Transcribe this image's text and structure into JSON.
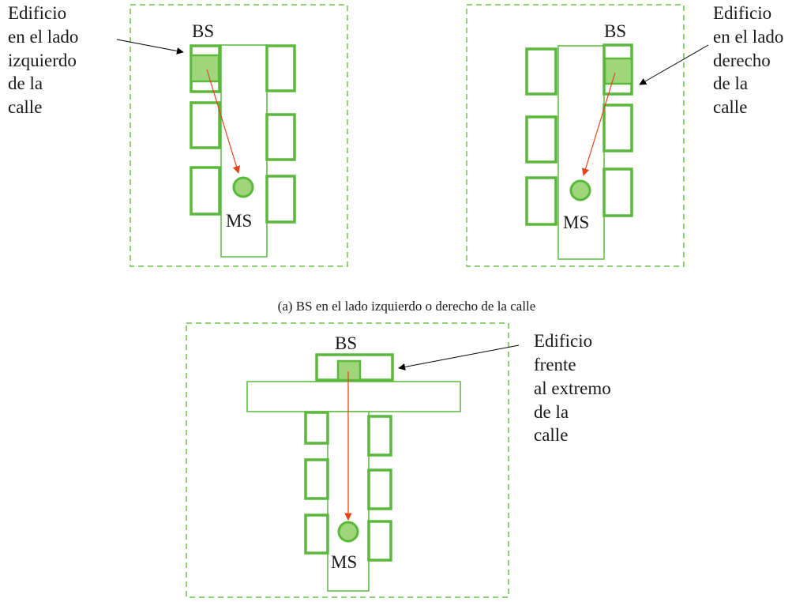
{
  "diagram": {
    "panel_left": {
      "bs_label": "BS",
      "ms_label": "MS",
      "annotation_lines": [
        "Edificio",
        "en el lado",
        "izquierdo",
        "de la",
        "calle"
      ]
    },
    "panel_right": {
      "bs_label": "BS",
      "ms_label": "MS",
      "annotation_lines": [
        "Edificio",
        "en el lado",
        "derecho",
        "de la",
        "calle"
      ]
    },
    "caption_a": "(a) BS en el lado izquierdo o derecho de la calle",
    "panel_bottom": {
      "bs_label": "BS",
      "ms_label": "MS",
      "annotation_lines": [
        "Edificio",
        "frente",
        "al extremo",
        "de la",
        "calle"
      ]
    },
    "colors": {
      "outline_green": "#5ab83a",
      "fill_green": "#9fd67c",
      "ray_red": "#e8421c"
    }
  }
}
